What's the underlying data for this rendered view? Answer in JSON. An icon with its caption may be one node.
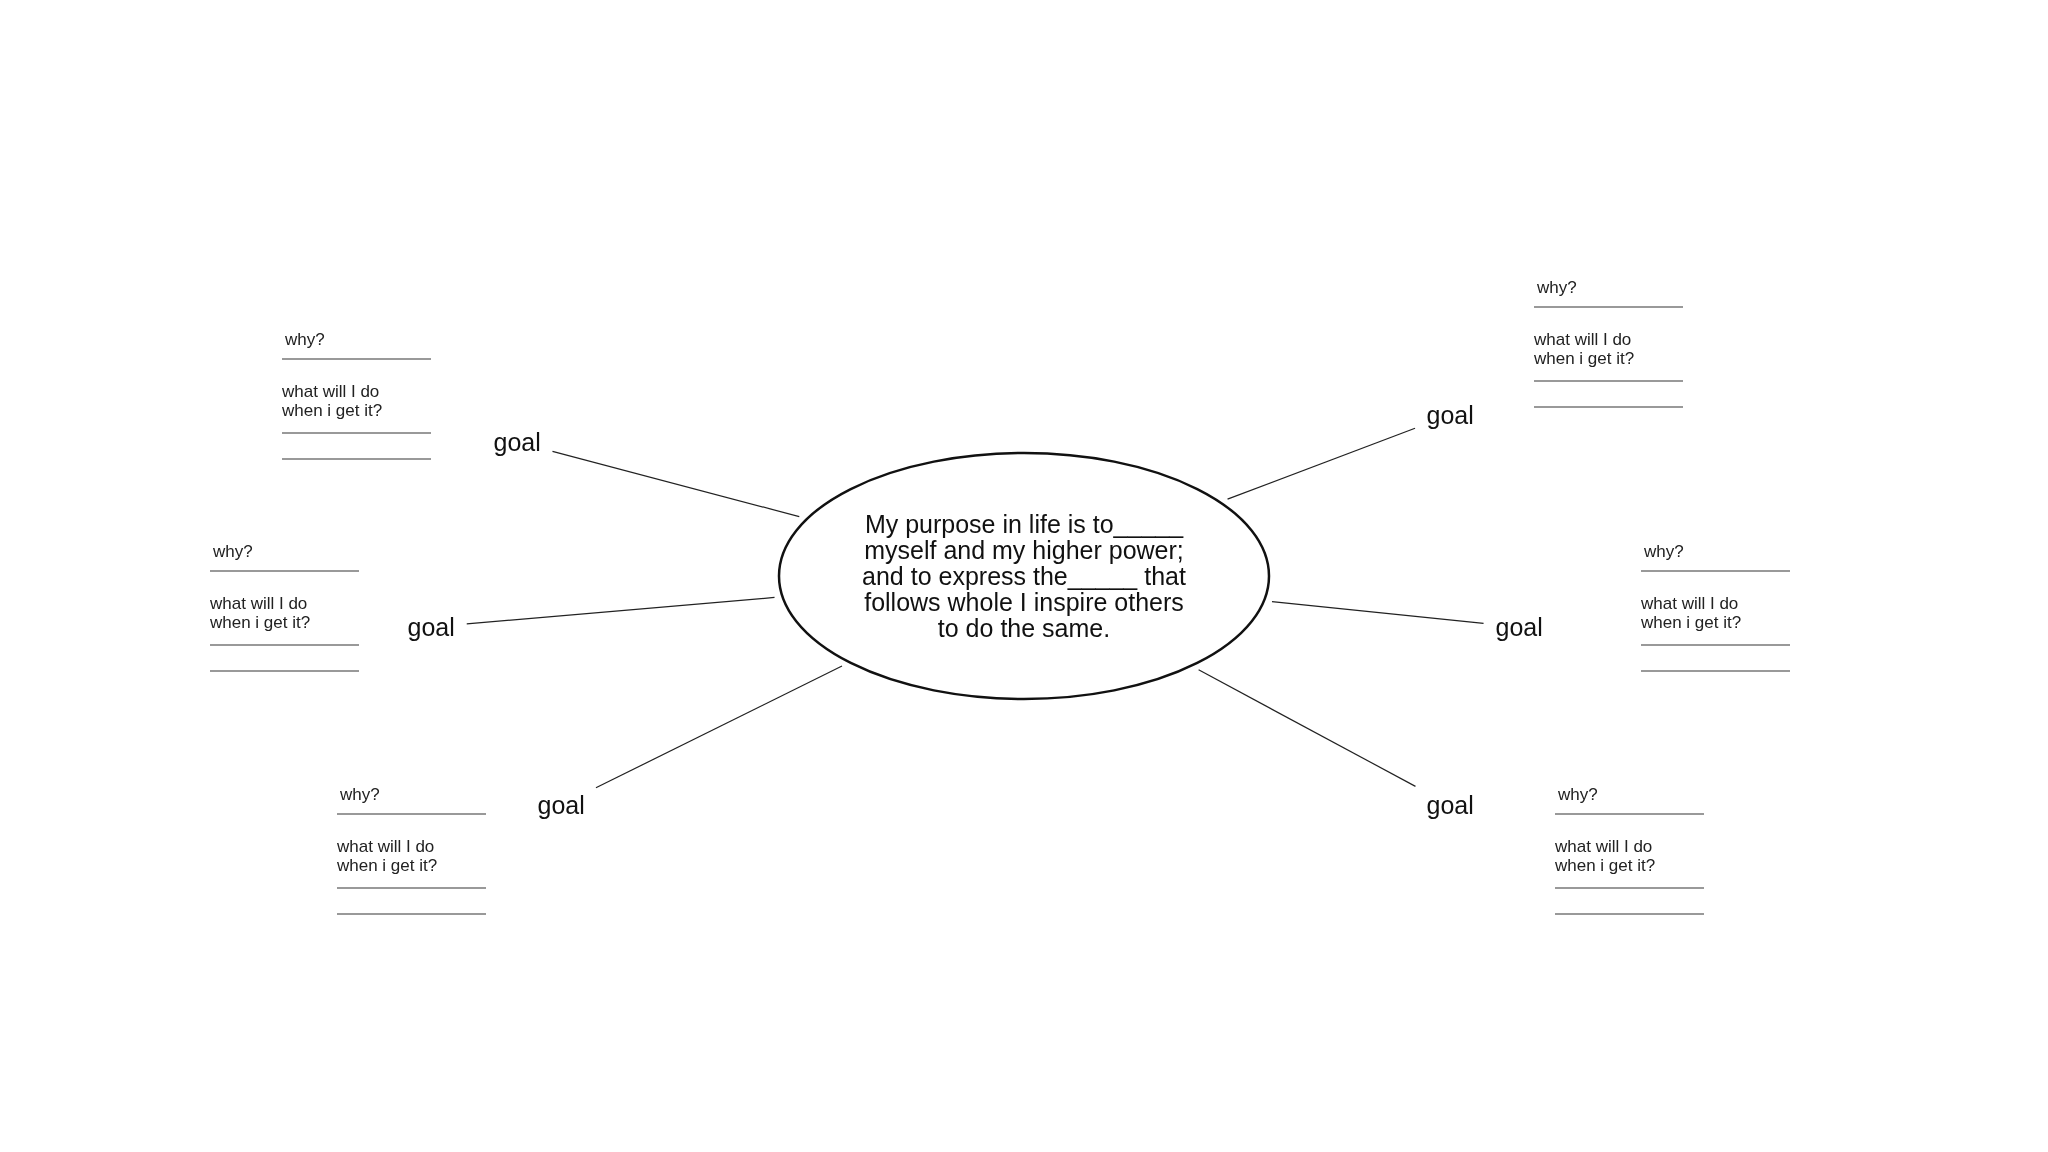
{
  "diagram": {
    "nodes": [
      {
        "text": [
          "My purpose in life is to_____ myself and my higher power; and to express the_____ that follows whole I inspire others to do the same."
        ]
      },
      {
        "text": [
          "goal"
        ]
      },
      {
        "text": [
          "goal"
        ]
      },
      {
        "text": [
          "goal"
        ]
      },
      {
        "text": [
          "goal"
        ]
      },
      {
        "text": [
          "goal"
        ]
      },
      {
        "text": [
          "goal"
        ]
      }
    ],
    "edges": [
      {
        "from": 0,
        "to": 1,
        "arrow": "none"
      },
      {
        "from": 0,
        "to": 2,
        "arrow": "none"
      },
      {
        "from": 0,
        "to": 3,
        "arrow": "none"
      },
      {
        "from": 0,
        "to": 4,
        "arrow": "none"
      },
      {
        "from": 0,
        "to": 5,
        "arrow": "none"
      },
      {
        "from": 0,
        "to": 6,
        "arrow": "none"
      }
    ],
    "labels": [
      "why?",
      "what will I do when i get it?",
      "why?",
      "what will I do when i get it?",
      "why?",
      "what will I do when i get it?",
      "why?",
      "what will I do when i get it?",
      "why?",
      "what will I do when i get it?",
      "why?",
      "what will I do when i get it?"
    ]
  }
}
